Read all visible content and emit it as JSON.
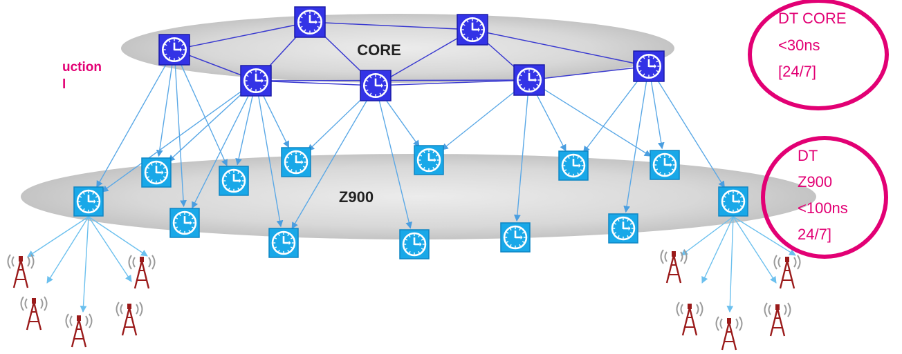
{
  "colors": {
    "magenta": "#e20074",
    "core_clock": "#3333e6",
    "core_clock_border": "#1a1aa8",
    "edge_clock": "#19a8e8",
    "edge_clock_border": "#0e86c4",
    "core_link": "#3a3ad0",
    "edge_link": "#5aa8e6",
    "tower": "#9a1a1a",
    "ellipse": "#d6d6d6"
  },
  "icons": {
    "clock": "clock-icon",
    "tower": "radio-tower-icon"
  },
  "left_text": {
    "line1": "uction",
    "line2": "l"
  },
  "layers": {
    "core": "CORE",
    "z900": "Z900"
  },
  "notes": {
    "core": {
      "line1": "DT CORE",
      "line2": "<30ns",
      "line3": "[24/7]"
    },
    "z900": {
      "line1": "DT",
      "line2": "Z900",
      "line3": "<100ns",
      "line4": "24/7]"
    }
  }
}
